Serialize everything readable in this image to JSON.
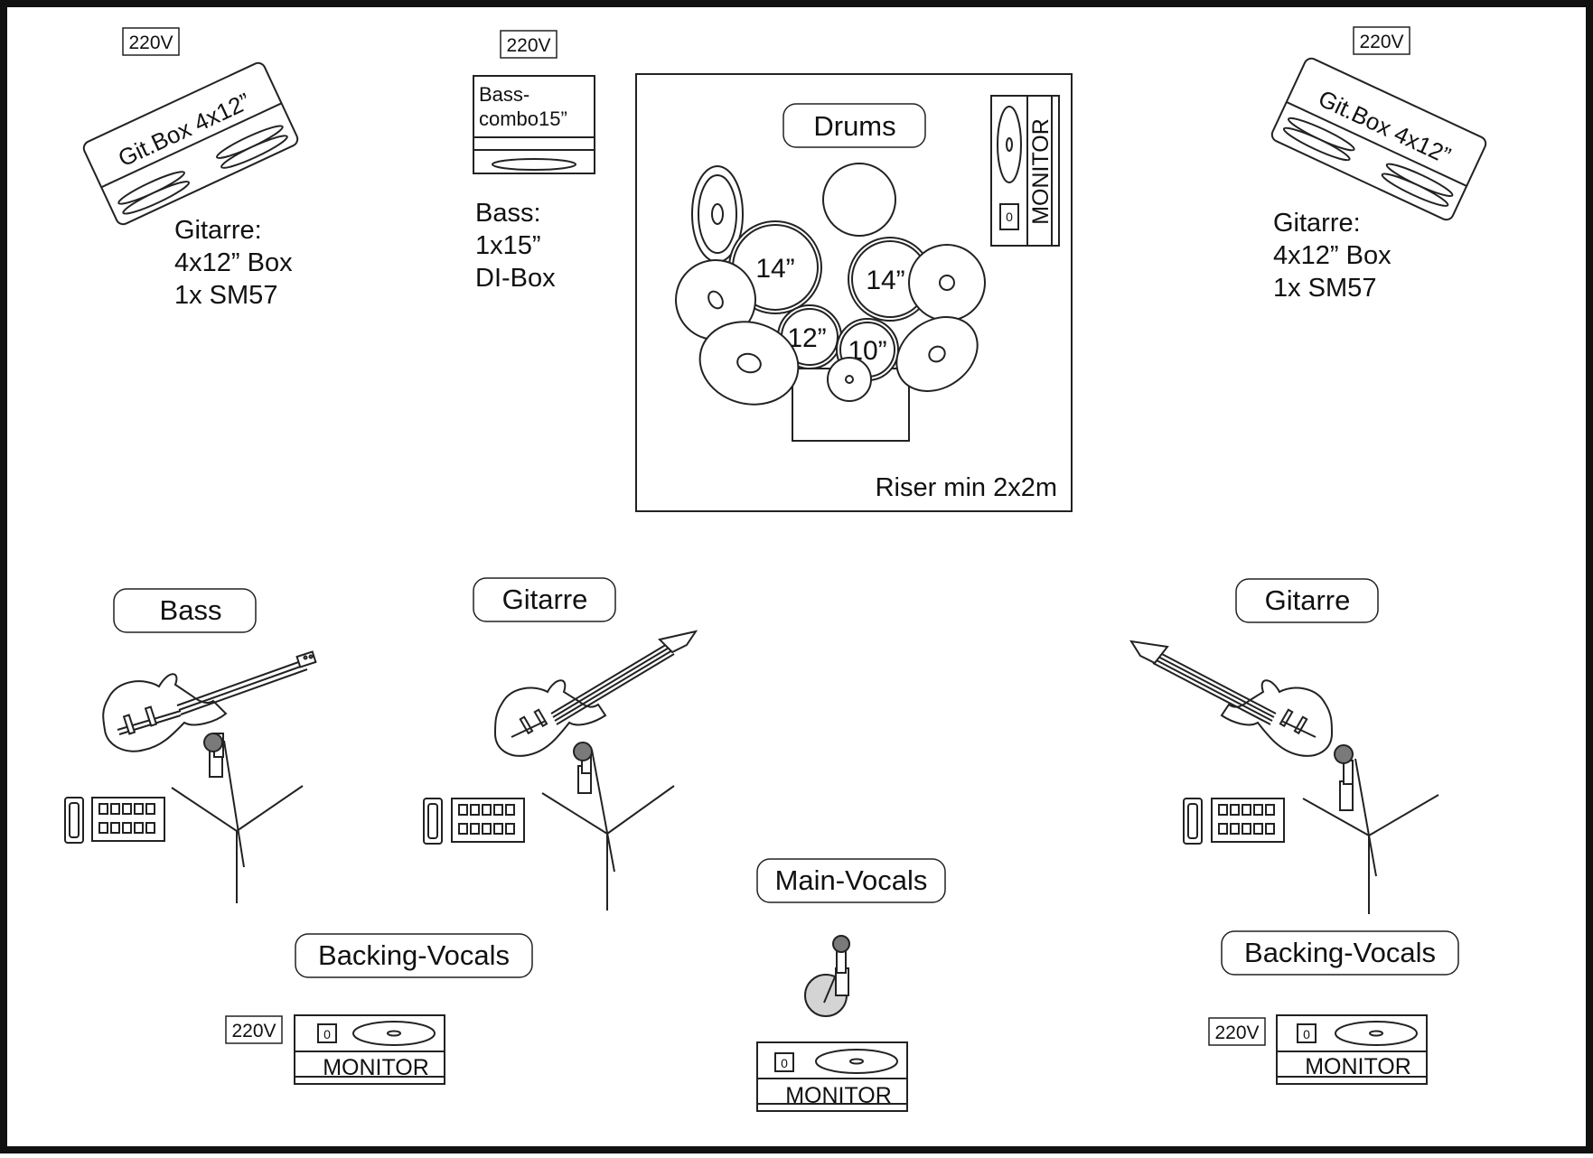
{
  "labels": {
    "drums": "Drums",
    "bass": "Bass",
    "gitarre_left": "Gitarre",
    "gitarre_right": "Gitarre",
    "main_vocals": "Main-Vocals",
    "backing_vocals_left": "Backing-Vocals",
    "backing_vocals_right": "Backing-Vocals"
  },
  "power": {
    "voltage": "220V"
  },
  "amps": {
    "git_box": "Git.Box 4x12”",
    "bass_combo_line1": "Bass-",
    "bass_combo_line2": "combo15”"
  },
  "notes": {
    "gitarre_left": [
      "Gitarre:",
      "4x12” Box",
      "1x SM57"
    ],
    "bass": [
      "Bass:",
      "1x15”",
      "DI-Box"
    ],
    "gitarre_right": [
      "Gitarre:",
      "4x12” Box",
      "1x SM57"
    ]
  },
  "drum_riser": {
    "caption": "Riser min 2x2m",
    "tom_floor_left": "14”",
    "tom_floor_right": "14”",
    "tom_rack_12": "12”",
    "tom_rack_10": "10”"
  },
  "monitor": {
    "label": "MONITOR",
    "switch": "0"
  }
}
